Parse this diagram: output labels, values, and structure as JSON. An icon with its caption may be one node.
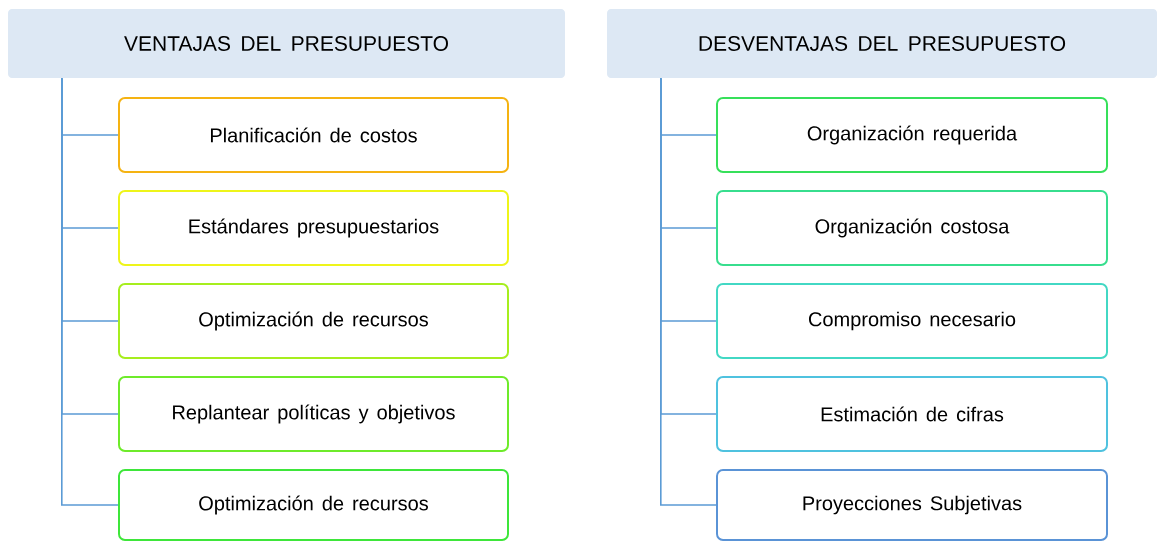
{
  "diagram": {
    "nodes": [
      {
        "text": [
          "VENTAJAS DEL PRESUPUESTO"
        ]
      },
      {
        "text": [
          "Planificación de costos"
        ]
      },
      {
        "text": [
          "Estándares presupuestarios"
        ]
      },
      {
        "text": [
          "Optimización de recursos"
        ]
      },
      {
        "text": [
          "Replantear políticas y objetivos"
        ]
      },
      {
        "text": [
          "Optimización de recursos"
        ]
      },
      {
        "text": [
          "DESVENTAJAS DEL PRESUPUESTO"
        ]
      },
      {
        "text": [
          "Organización requerida"
        ]
      },
      {
        "text": [
          "Organización costosa"
        ]
      },
      {
        "text": [
          "Compromiso necesario"
        ]
      },
      {
        "text": [
          "Estimación de cifras"
        ]
      },
      {
        "text": [
          "Proyecciones Subjetivas"
        ]
      }
    ],
    "edges": [
      {
        "from": 0,
        "to": 1,
        "arrow": "none"
      },
      {
        "from": 0,
        "to": 2,
        "arrow": "none"
      },
      {
        "from": 0,
        "to": 3,
        "arrow": "none"
      },
      {
        "from": 0,
        "to": 4,
        "arrow": "none"
      },
      {
        "from": 0,
        "to": 5,
        "arrow": "none"
      },
      {
        "from": 6,
        "to": 7,
        "arrow": "none"
      },
      {
        "from": 6,
        "to": 8,
        "arrow": "none"
      },
      {
        "from": 6,
        "to": 9,
        "arrow": "none"
      },
      {
        "from": 6,
        "to": 10,
        "arrow": "none"
      },
      {
        "from": 6,
        "to": 11,
        "arrow": "none"
      }
    ]
  }
}
